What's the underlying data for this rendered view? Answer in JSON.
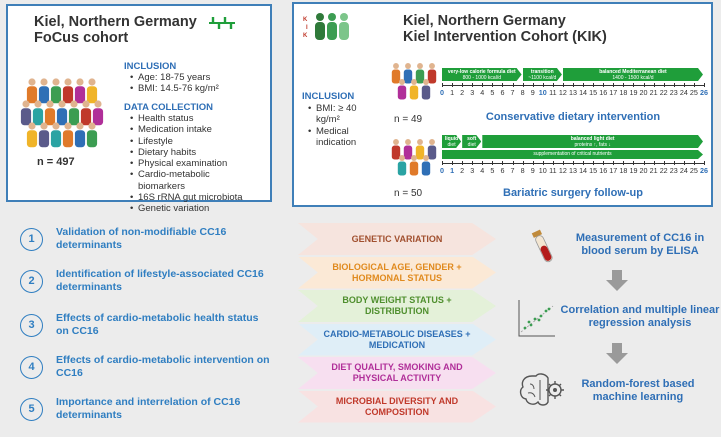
{
  "left_cohort": {
    "title_line1": "Kiel, Northern Germany",
    "title_line2": "FoCus cohort",
    "inclusion_heading": "INCLUSION",
    "inclusion": [
      "Age: 18-75 years",
      "BMI: 14.5-76 kg/m²"
    ],
    "collection_heading": "DATA COLLECTION",
    "collection": [
      "Health status",
      "Medication intake",
      "Lifestyle",
      "Dietary habits",
      "Physical examination",
      "Cardio-metabolic",
      "biomarkers",
      "16S rRNA gut microbiota",
      "Genetic variation"
    ],
    "n": "n = 497"
  },
  "right_cohort": {
    "logo_text": [
      "K",
      "I",
      "K"
    ],
    "title_line1": "Kiel, Northern Germany",
    "title_line2": "Kiel Intervention Cohort (KIK)",
    "inclusion_heading": "INCLUSION",
    "inclusion": [
      "BMI: ≥ 40",
      "kg/m²",
      "Medical",
      "indication"
    ],
    "conservative": {
      "n": "n = 49",
      "title": "Conservative dietary intervention",
      "phases": [
        {
          "label": "very-low calorie formula diet",
          "sub": "800 - 1000 kcal/d",
          "start": 0,
          "end": 8
        },
        {
          "label": "transition",
          "sub": "~1100 kcal/d",
          "start": 8,
          "end": 12
        },
        {
          "label": "balanced Mediterranean diet",
          "sub": "1400 - 1500 kcal/d",
          "start": 12,
          "end": 26
        }
      ],
      "highlight_weeks": [
        0,
        10,
        26
      ]
    },
    "bariatric": {
      "n": "n = 50",
      "title": "Bariatric surgery follow-up",
      "phases": [
        {
          "label": "liquid",
          "sub": "diet",
          "start": 0,
          "end": 2
        },
        {
          "label": "soft",
          "sub": "diet",
          "start": 2,
          "end": 4
        },
        {
          "label": "balanced light diet",
          "sub": "proteins ↑, fats ↓",
          "start": 4,
          "end": 26
        }
      ],
      "supplement": "supplementation of critical nutrients",
      "highlight_weeks": [
        0,
        1,
        26
      ]
    },
    "weeks": [
      "0",
      "1",
      "2",
      "3",
      "4",
      "5",
      "6",
      "7",
      "8",
      "9",
      "10",
      "11",
      "12",
      "13",
      "14",
      "15",
      "16",
      "17",
      "18",
      "19",
      "20",
      "21",
      "22",
      "23",
      "24",
      "25",
      "26"
    ]
  },
  "goals": [
    {
      "num": "1",
      "text": "Validation of non-modifiable CC16 determinants"
    },
    {
      "num": "2",
      "text": "Identification of lifestyle-associated CC16 determinants"
    },
    {
      "num": "3",
      "text": "Effects of cardio-metabolic health status on CC16"
    },
    {
      "num": "4",
      "text": "Effects of cardio-metabolic intervention on CC16"
    },
    {
      "num": "5",
      "text": "Importance and interrelation of CC16 determinants"
    }
  ],
  "determinants": [
    {
      "text": "GENETIC VARIATION",
      "bg": "#f6e4de",
      "fg": "#a1502f"
    },
    {
      "text": "BIOLOGICAL AGE, GENDER + HORMONAL STATUS",
      "bg": "#fbe9d6",
      "fg": "#e08a1e"
    },
    {
      "text": "BODY WEIGHT STATUS + DISTRIBUTION",
      "bg": "#e4f1d9",
      "fg": "#4f8f2e"
    },
    {
      "text": "CARDIO-METABOLIC DISEASES + MEDICATION",
      "bg": "#dfeef7",
      "fg": "#2f6fb6"
    },
    {
      "text": "DIET QUALITY, SMOKING AND PHYSICAL ACTIVITY",
      "bg": "#f7dff0",
      "fg": "#b02f99"
    },
    {
      "text": "MICROBIAL DIVERSITY AND COMPOSITION",
      "bg": "#f8e2e2",
      "fg": "#c0392b"
    }
  ],
  "analysis": {
    "step1": "Measurement of CC16 in blood serum by ELISA",
    "step2": "Correlation and multiple linear regression analysis",
    "step3": "Random-forest based machine learning"
  },
  "colors": {
    "accent": "#2f6fb6",
    "border": "#3f7fb8",
    "timeline_green": "#1f9e3a"
  }
}
